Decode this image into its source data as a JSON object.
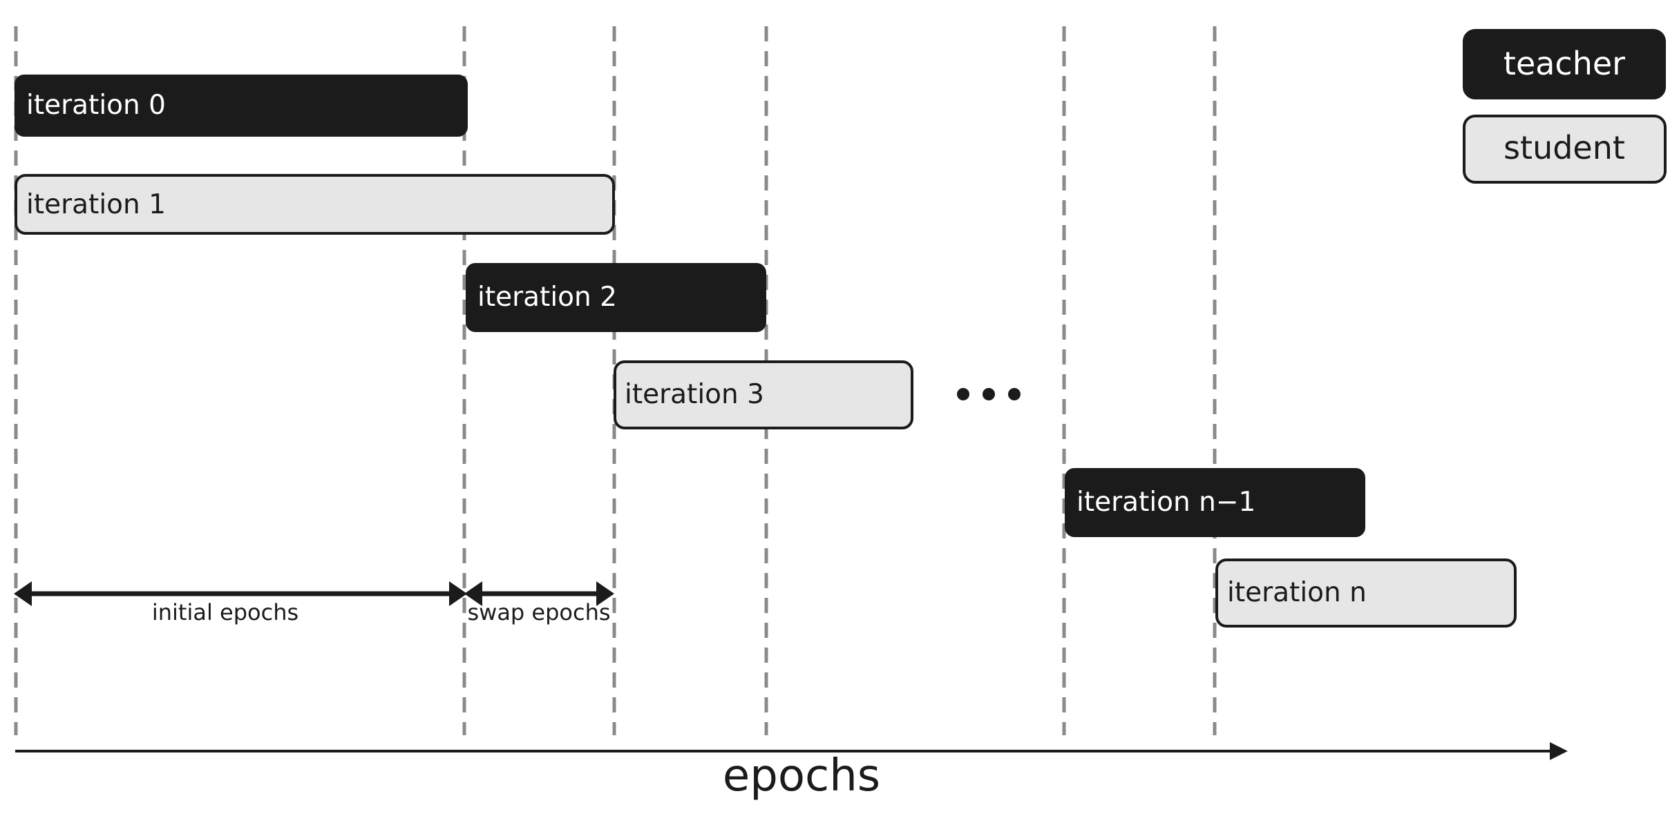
{
  "legend": {
    "teacher": "teacher",
    "student": "student"
  },
  "iterations": [
    {
      "label": "iteration 0",
      "role": "teacher"
    },
    {
      "label": "iteration 1",
      "role": "student"
    },
    {
      "label": "iteration 2",
      "role": "teacher"
    },
    {
      "label": "iteration 3",
      "role": "student"
    },
    {
      "label": "iteration n−1",
      "role": "teacher"
    },
    {
      "label": "iteration n",
      "role": "student"
    }
  ],
  "spans": {
    "initial": "initial epochs",
    "swap": "swap epochs"
  },
  "axis": {
    "label": "epochs"
  },
  "colors": {
    "teacher_fill": "#1b1b1b",
    "student_fill": "#e6e6e6",
    "guide": "#8a8a8a"
  }
}
